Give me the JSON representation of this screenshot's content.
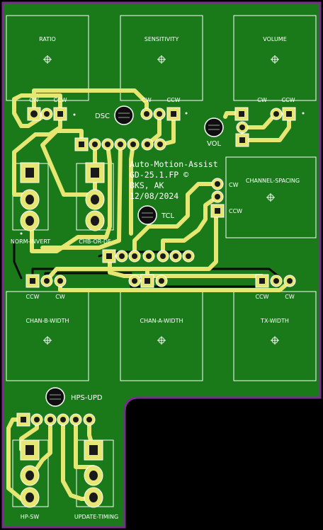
{
  "board": {
    "colors": {
      "background": "#000000",
      "substrate": "#1a7a1a",
      "outline": "#7b2d8e",
      "trace": "#e6e672",
      "trace_bottom": "#0a0a0a",
      "silk": "#ffffff",
      "pad_copper": "#e6e672"
    },
    "components": {
      "ratio": "RATIO",
      "sensitivity": "SENSITIVITY",
      "volume": "VOLUME",
      "channel_spacing": "CHANNEL-SPACING",
      "chan_b_width": "CHAN-B-WIDTH",
      "chan_a_width": "CHAN-A-WIDTH",
      "tx_width": "TX-WIDTH"
    },
    "switches": {
      "norm_invert": "NORM-INVERT",
      "chb_or_df": "CHB-OR-DF",
      "hp_sw": "HP-SW",
      "update_timing": "UPDATE-TIMING"
    },
    "leds": {
      "dsc": "DSC",
      "vol": "VOL",
      "tcl": "TCL",
      "hps_upd": "HPS-UPD"
    },
    "pot_labels": {
      "cw": "CW",
      "ccw": "CCW"
    },
    "info": {
      "title": "Auto-Motion-Assist",
      "part": "GD-25.1.FP ©",
      "author": "BKS, AK",
      "date": "12/08/2024"
    }
  }
}
